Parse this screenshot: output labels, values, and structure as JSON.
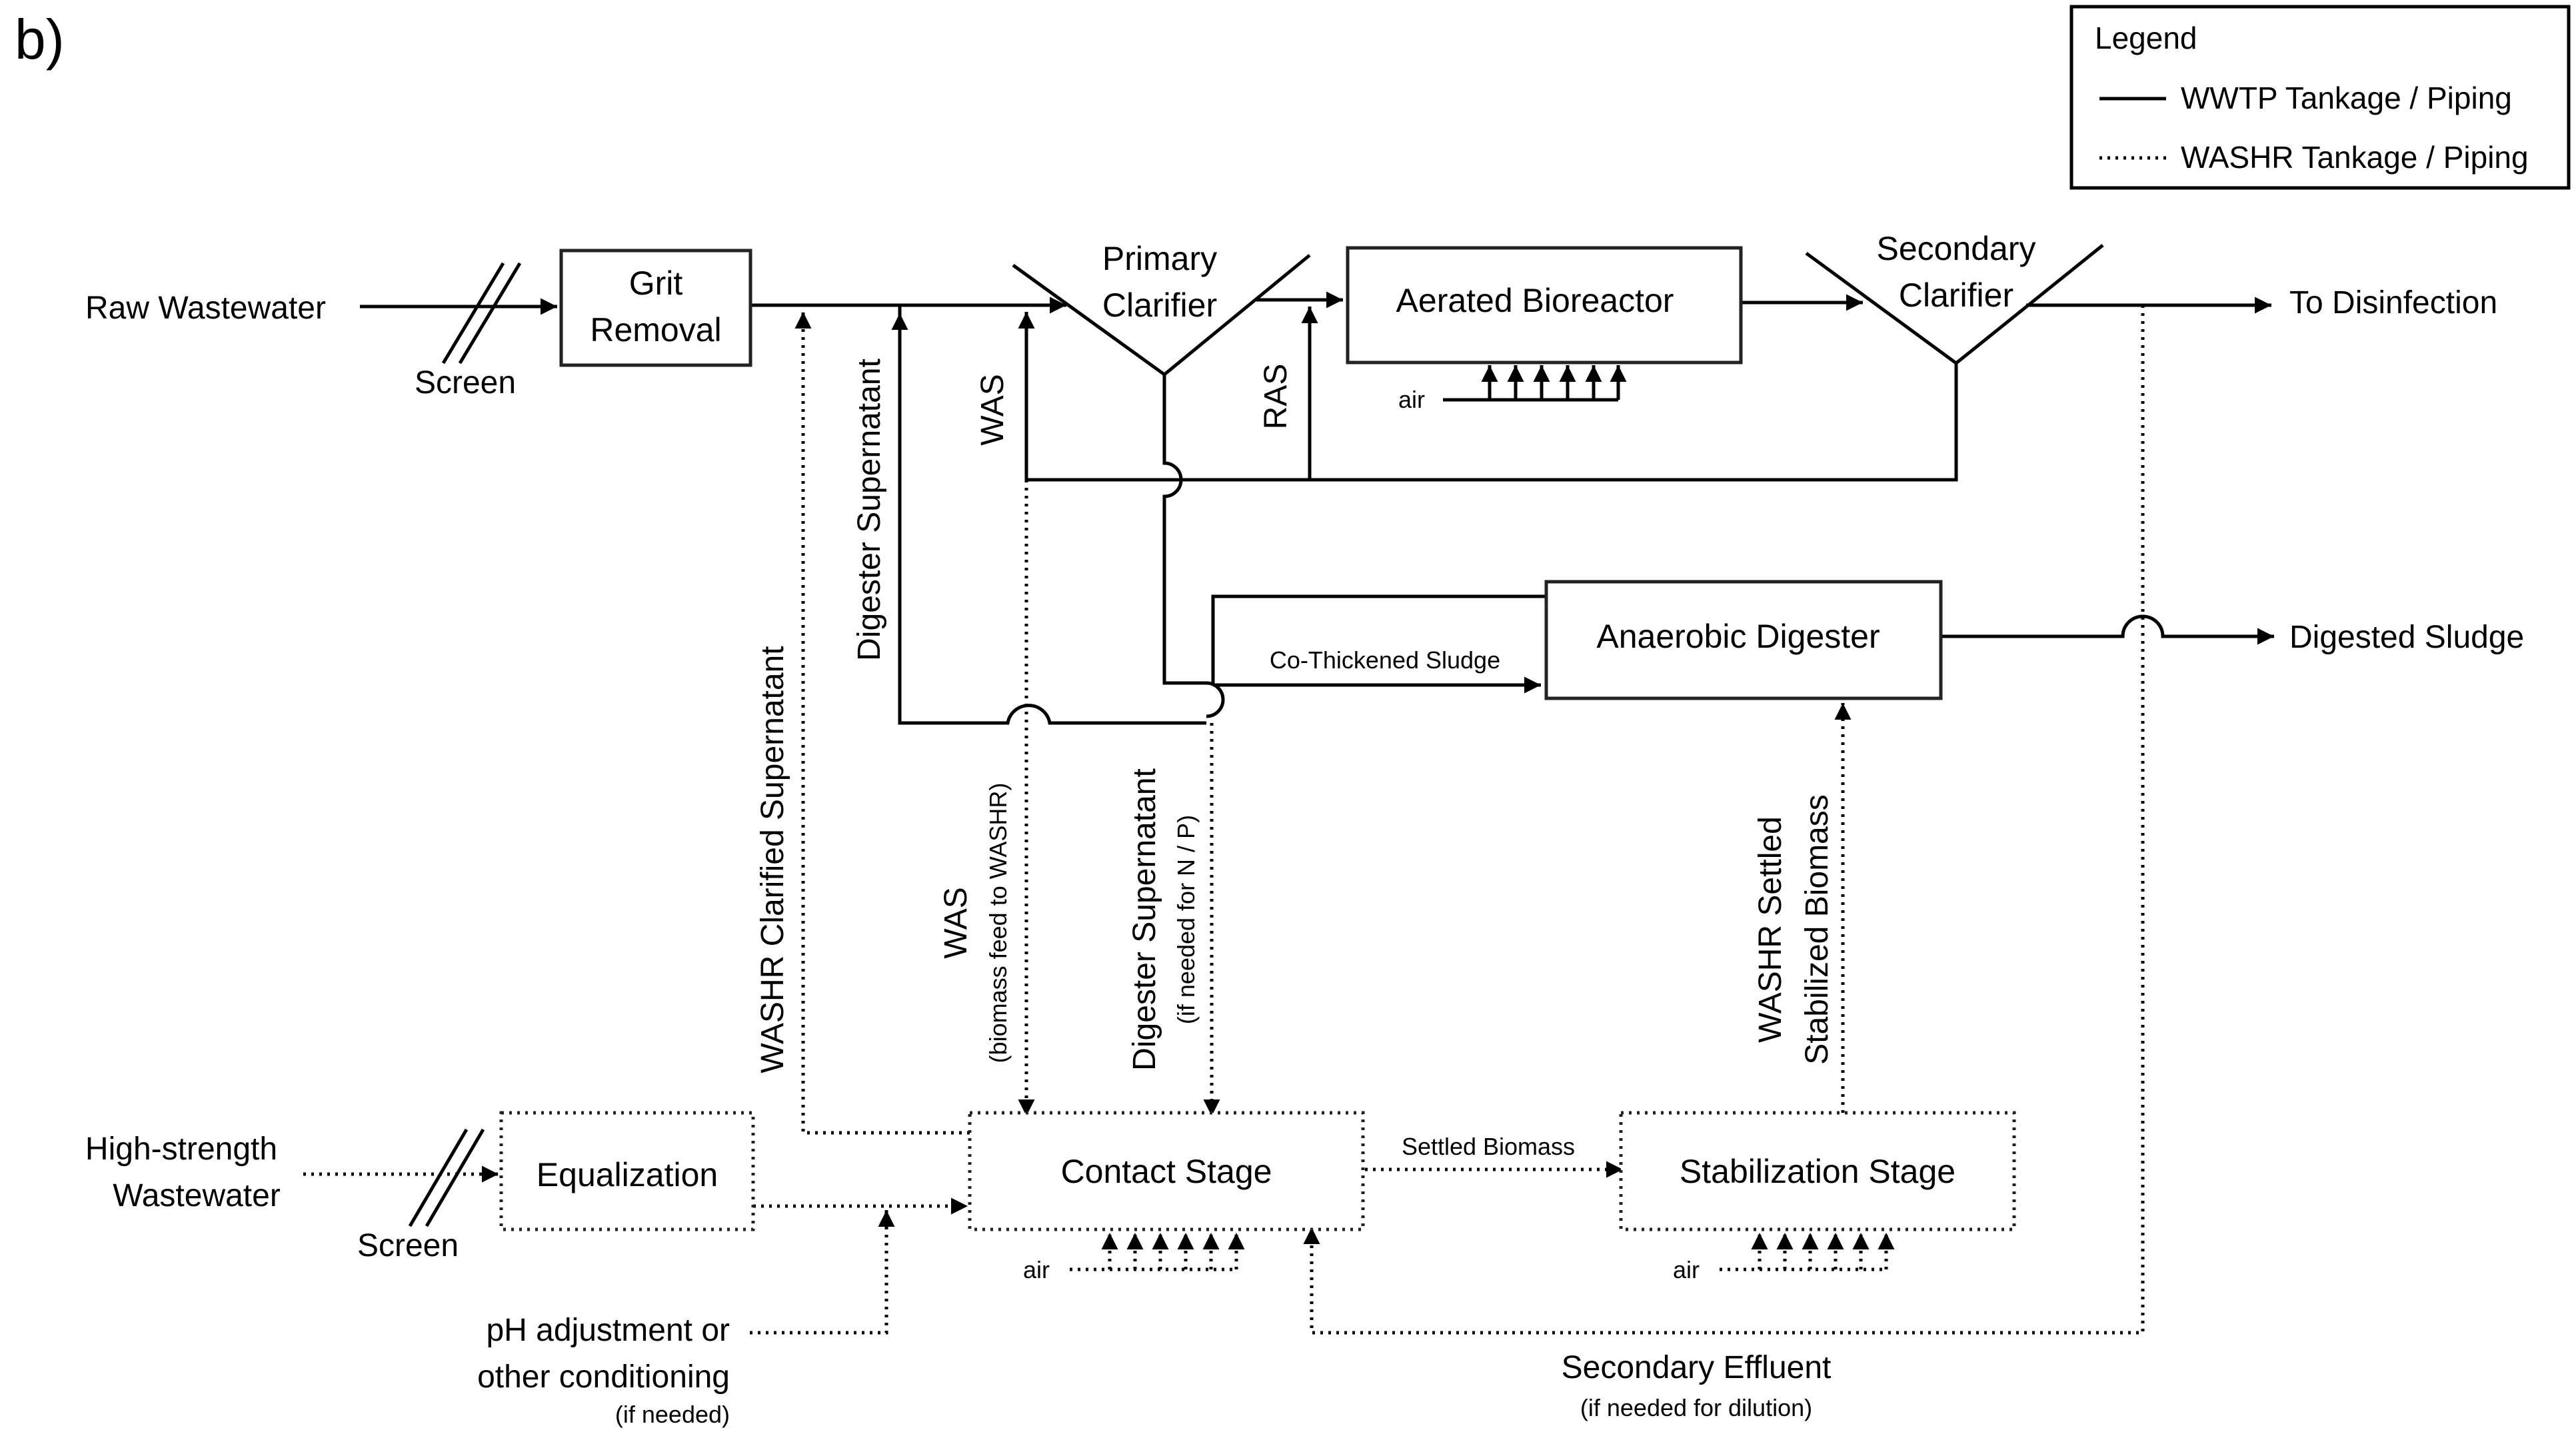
{
  "figure": {
    "panel_label": "b)"
  },
  "legend": {
    "title": "Legend",
    "items": [
      {
        "label": "WWTP Tankage / Piping",
        "line_style": "solid"
      },
      {
        "label": "WASHR Tankage / Piping",
        "line_style": "dotted"
      }
    ]
  },
  "nodes": {
    "grit_removal": [
      "Grit",
      "Removal"
    ],
    "primary_clarifier": [
      "Primary",
      "Clarifier"
    ],
    "aerated_bioreactor": "Aerated Bioreactor",
    "secondary_clarifier": [
      "Secondary",
      "Clarifier"
    ],
    "anaerobic_digester": "Anaerobic Digester",
    "equalization": "Equalization",
    "contact_stage": "Contact Stage",
    "stabilization_stage": "Stabilization Stage"
  },
  "labels": {
    "raw_wastewater": "Raw Wastewater",
    "screen_top": "Screen",
    "to_disinfection": "To Disinfection",
    "digested_sludge": "Digested Sludge",
    "co_thickened_sludge": "Co-Thickened Sludge",
    "was_top": "WAS",
    "ras": "RAS",
    "air_bioreactor": "air",
    "digester_supernatant_top": "Digester Supernatant",
    "washr_clarified_supernatant": "WASHR Clarified Supernatant",
    "was_bottom": "WAS",
    "was_bottom_note": "(biomass feed to WASHR)",
    "digester_supernatant_bottom": "Digester Supernatant",
    "digester_supernatant_bottom_note": "(if needed for N / P)",
    "washr_settled_line1": "WASHR Settled",
    "washr_settled_line2": "Stabilized Biomass",
    "high_strength": [
      "High-strength",
      "Wastewater"
    ],
    "screen_bottom": "Screen",
    "settled_biomass": "Settled Biomass",
    "air_contact": "air",
    "air_stabilization": "air",
    "ph_adjustment": [
      "pH adjustment or",
      "other conditioning"
    ],
    "ph_note": "(if needed)",
    "secondary_effluent": "Secondary Effluent",
    "secondary_effluent_note": "(if needed for dilution)"
  },
  "colors": {
    "line": "#000000",
    "background": "#ffffff"
  }
}
